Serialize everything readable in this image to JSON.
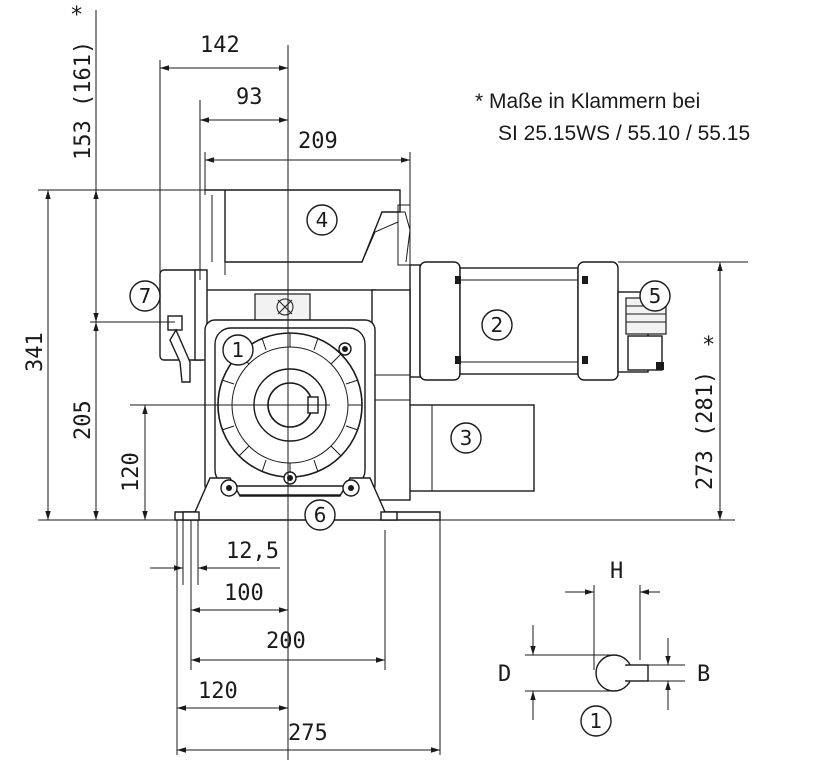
{
  "dimensions": {
    "d142": "142",
    "d93": "93",
    "d209": "209",
    "d153": "153 (161)",
    "d341": "341",
    "d205": "205",
    "d120v": "120",
    "d273": "273 (281)",
    "d12_5": "12,5",
    "d100": "100",
    "d200": "200",
    "d120h": "120",
    "d275": "275",
    "star": "*"
  },
  "note": {
    "line1": "* Maße in Klammern bei",
    "line2": "SI 25.15WS / 55.10 / 55.15"
  },
  "callouts": [
    "1",
    "2",
    "3",
    "4",
    "5",
    "6",
    "7"
  ],
  "detail": {
    "H": "H",
    "D": "D",
    "B": "B",
    "callout": "1"
  }
}
